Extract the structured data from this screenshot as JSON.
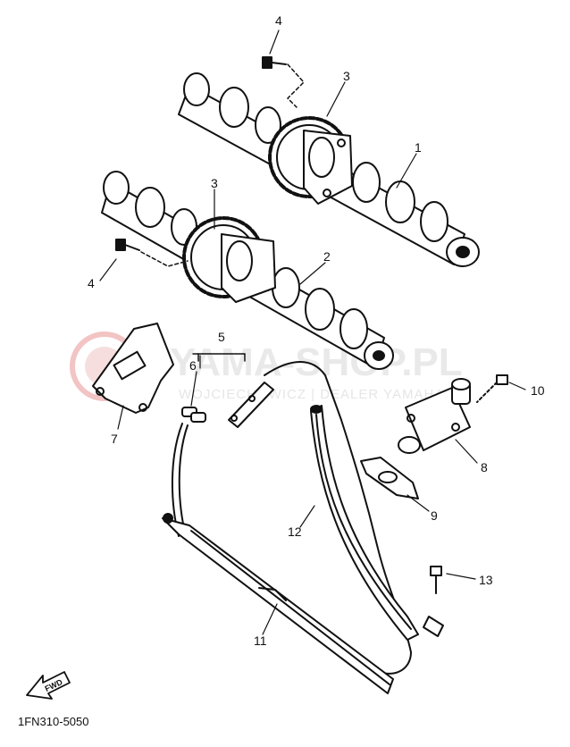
{
  "diagram": {
    "callouts": {
      "c1": "1",
      "c2": "2",
      "c3a": "3",
      "c3b": "3",
      "c4a": "4",
      "c4b": "4",
      "c5": "5",
      "c6": "6",
      "c7": "7",
      "c8": "8",
      "c9": "9",
      "c10": "10",
      "c11": "11",
      "c12": "12",
      "c13": "13"
    },
    "watermark": {
      "brand": "YAMA-SHOP.PL",
      "dealer": "WOJCIECHOWICZ | DEALER YAMAHA"
    },
    "fwd_label": "FWD",
    "part_code": "1FN310-5050"
  },
  "colors": {
    "line": "#111111",
    "watermark_logo": "#f3c9c9",
    "background": "#ffffff"
  }
}
